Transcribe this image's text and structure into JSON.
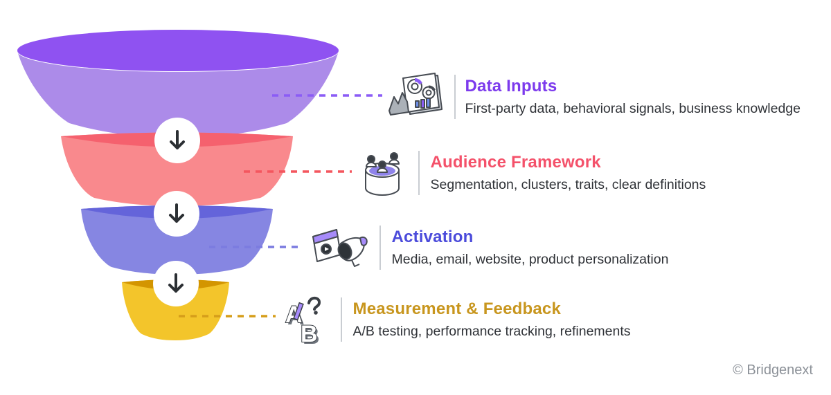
{
  "page": {
    "background": "#FFFFFF",
    "watermark": "© Bridgenext"
  },
  "funnel": {
    "arrow_glyph": "↓",
    "arrow_color": "#2B2F33",
    "segments": [
      {
        "name": "stage-1",
        "top_color": "#8F52F1",
        "body_color": "#AC8BE9"
      },
      {
        "name": "stage-2",
        "top_color": "#F5616E",
        "body_color": "#F9898D"
      },
      {
        "name": "stage-3",
        "top_color": "#6464DA",
        "body_color": "#8686E2"
      },
      {
        "name": "stage-4",
        "top_color": "#D39500",
        "body_color": "#F3C52B"
      }
    ]
  },
  "stages": [
    {
      "title": "Data Inputs",
      "subtitle": "First-party data, behavioral signals, business knowledge",
      "title_color": "#7C3AED",
      "line_color": "#8B5CF6",
      "icon": "dashboard-gauges-icon"
    },
    {
      "title": "Audience Framework",
      "subtitle": "Segmentation, clusters, traits, clear definitions",
      "title_color": "#F4516A",
      "line_color": "#F4565E",
      "icon": "audience-cylinder-icon"
    },
    {
      "title": "Activation",
      "subtitle": "Media, email, website, product personalization",
      "title_color": "#4B4BDB",
      "line_color": "#7B7BE0",
      "icon": "megaphone-icon"
    },
    {
      "title": "Measurement & Feedback",
      "subtitle": "A/B testing, performance tracking, refinements",
      "title_color": "#C8961E",
      "line_color": "#D69E1B",
      "icon": "ab-testing-icon"
    }
  ]
}
